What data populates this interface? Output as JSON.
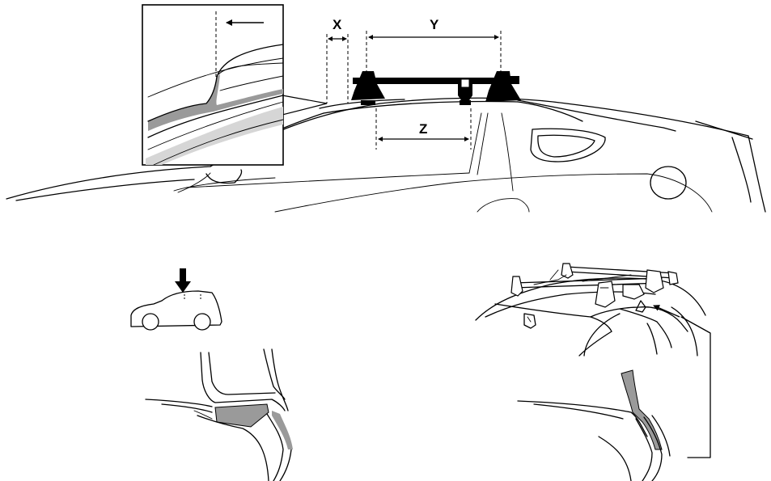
{
  "dimensions": {
    "x_label": "X",
    "y_label": "Y",
    "z_label": "Z"
  },
  "colors": {
    "stroke": "#000000",
    "pad_gray": "#9a9a9a",
    "light_gray": "#d6d6d6",
    "background": "#ffffff"
  }
}
